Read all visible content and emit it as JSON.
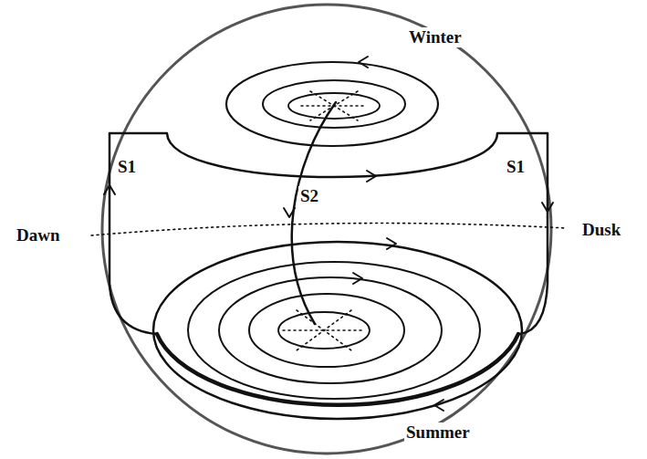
{
  "diagram": {
    "labels": [
      "Winter",
      "S1",
      "S1",
      "S2",
      "Dawn",
      "Dusk",
      "Summer"
    ]
  }
}
